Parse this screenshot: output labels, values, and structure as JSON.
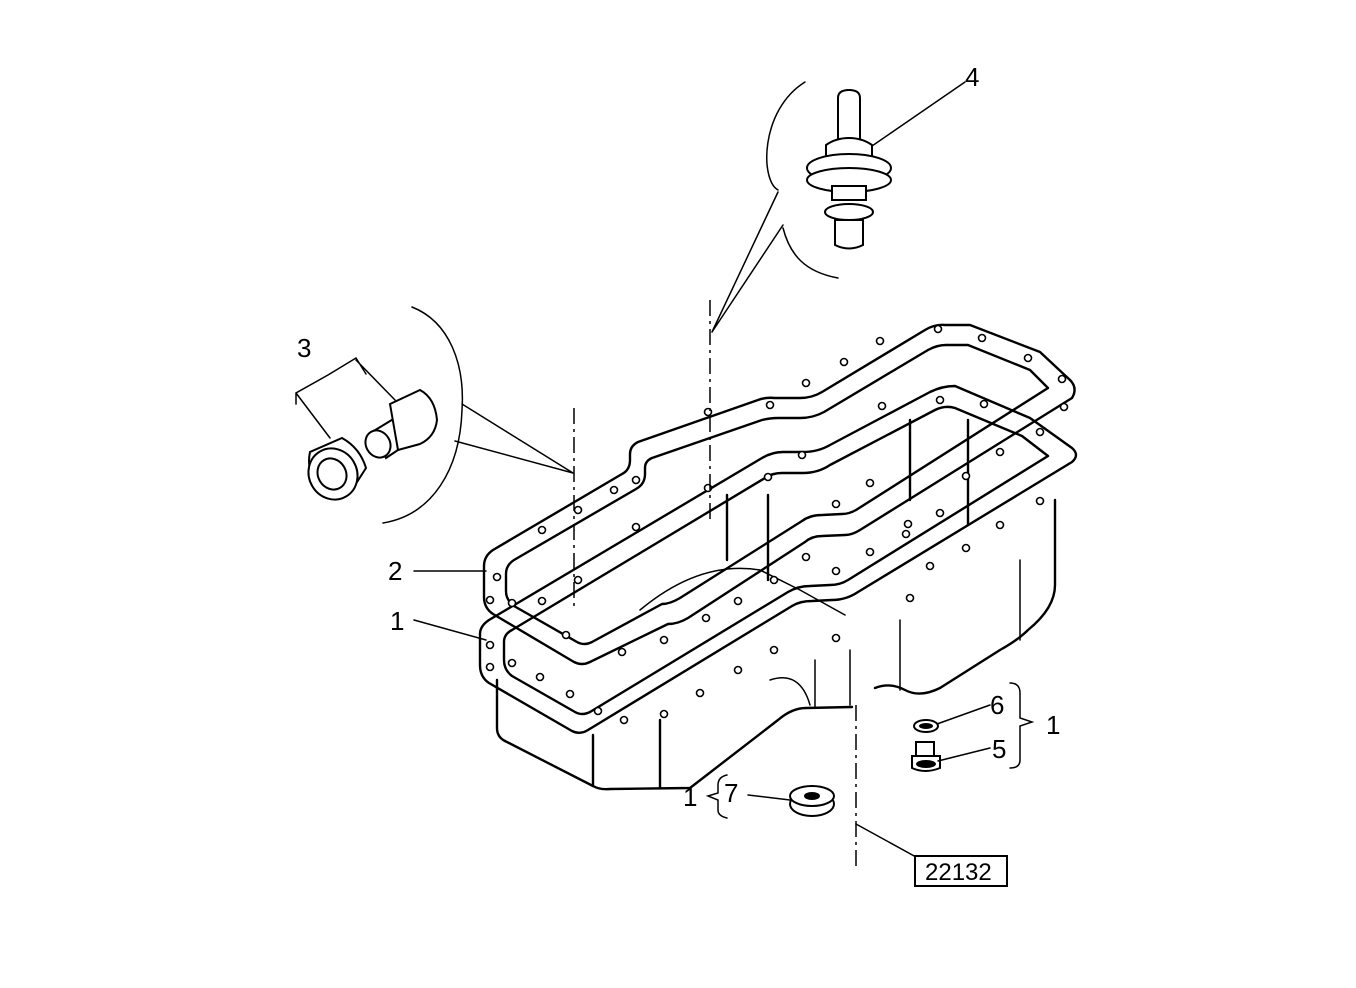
{
  "callouts": {
    "c1_gasket": "1",
    "c2_gasket": "2",
    "c3_plug": "3",
    "c4_sensor": "4",
    "c5_drain": "5",
    "c6_washer": "6",
    "c1_group_right": "1",
    "c7_plug": "7",
    "c1_group_left": "1"
  },
  "reference": {
    "label": "22132"
  }
}
